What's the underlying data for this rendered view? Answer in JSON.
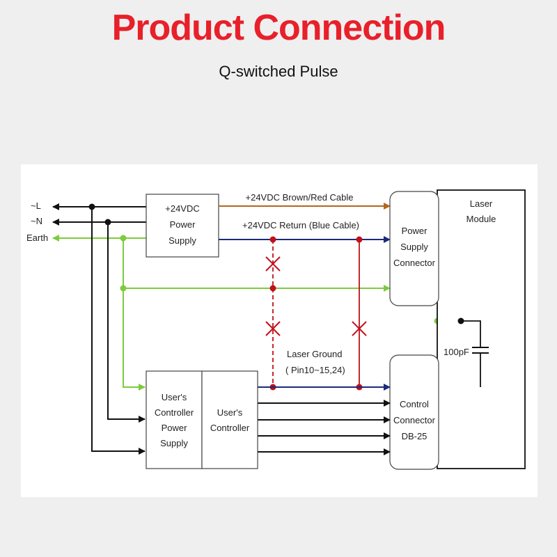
{
  "header": {
    "title": "Product Connection",
    "subtitle": "Q-switched Pulse"
  },
  "diagram": {
    "inputs": {
      "line": "~L",
      "neutral": "~N",
      "earth": "Earth"
    },
    "power_supply": {
      "line1": "+24VDC",
      "line2": "Power",
      "line3": "Supply"
    },
    "cables": {
      "positive": "+24VDC Brown/Red Cable",
      "return": "+24VDC Return (Blue Cable)",
      "laser_ground": "Laser Ground",
      "laser_ground_pins": "( Pin10~15,24)"
    },
    "power_connector": {
      "line1": "Power",
      "line2": "Supply",
      "line3": "Connector"
    },
    "laser_module": {
      "line1": "Laser",
      "line2": "Module"
    },
    "capacitor": "100pF",
    "controller_power_supply": {
      "line1": "User's",
      "line2": "Controller",
      "line3": "Power",
      "line4": "Supply"
    },
    "controller": {
      "line1": "User's",
      "line2": "Controller"
    },
    "control_connector": {
      "line1": "Control",
      "line2": "Connector",
      "line3": "DB-25"
    }
  },
  "colors": {
    "title": "#e8202a",
    "brown_cable": "#b5651d",
    "blue_cable": "#1c2a7a",
    "earth_green": "#7ccc3c",
    "ground_red": "#c0101a",
    "wire_black": "#111111"
  }
}
